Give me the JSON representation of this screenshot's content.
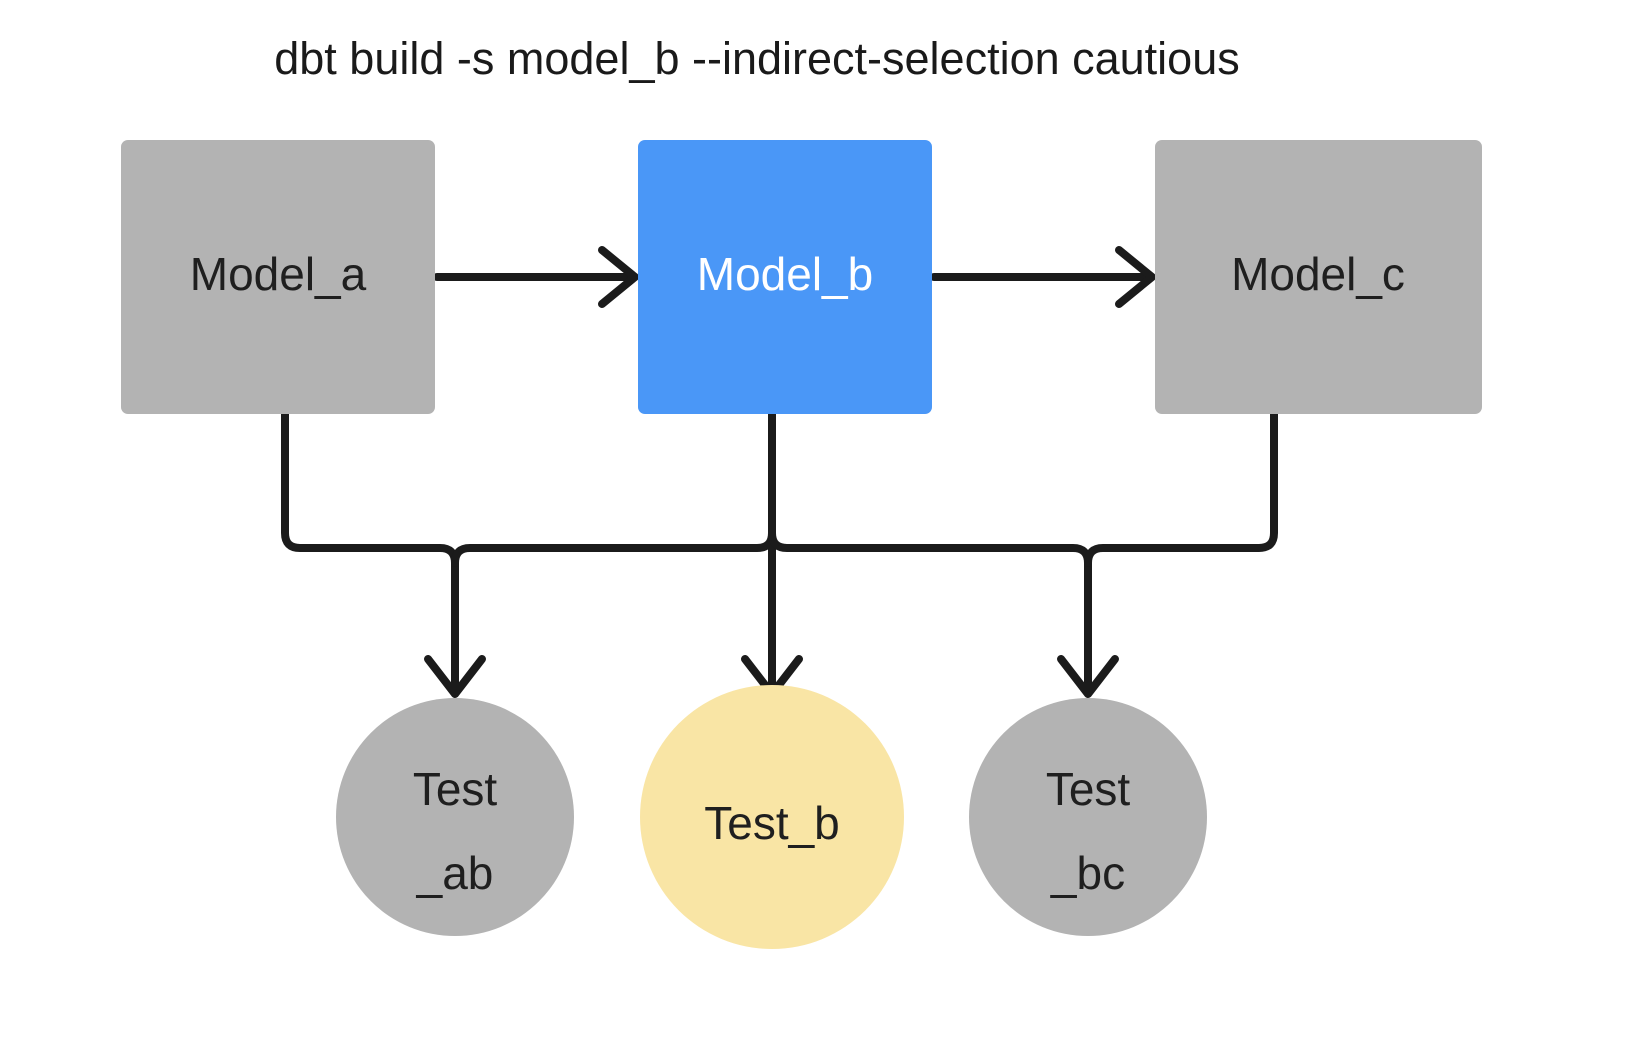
{
  "diagram": {
    "title": "dbt build -s model_b --indirect-selection cautious",
    "background_color": "#ffffff",
    "edge_color": "#1b1b1b",
    "colors": {
      "neutral_node": "#b3b3b3",
      "selected_model": "#4a97f7",
      "selected_test": "#f9e5a5",
      "text_dark": "#1f1f1f",
      "text_light": "#ffffff"
    },
    "models": [
      {
        "id": "model_a",
        "label": "Model_a",
        "shape": "rect",
        "fill": "#b3b3b3",
        "text_color": "#1f1f1f",
        "selected": "false"
      },
      {
        "id": "model_b",
        "label": "Model_b",
        "shape": "rect",
        "fill": "#4a97f7",
        "text_color": "#ffffff",
        "selected": "true"
      },
      {
        "id": "model_c",
        "label": "Model_c",
        "shape": "rect",
        "fill": "#b3b3b3",
        "text_color": "#1f1f1f",
        "selected": "false"
      }
    ],
    "tests": [
      {
        "id": "test_ab",
        "label_line1": "Test",
        "label_line2": "_ab",
        "shape": "circle",
        "fill": "#b3b3b3",
        "text_color": "#1f1f1f",
        "selected": "false"
      },
      {
        "id": "test_b",
        "label_line1": "Test_b",
        "label_line2": "",
        "shape": "circle",
        "fill": "#f9e5a5",
        "text_color": "#1f1f1f",
        "selected": "true"
      },
      {
        "id": "test_bc",
        "label_line1": "Test",
        "label_line2": "_bc",
        "shape": "circle",
        "fill": "#b3b3b3",
        "text_color": "#1f1f1f",
        "selected": "false"
      }
    ],
    "edges": [
      {
        "from": "model_a",
        "to": "model_b",
        "style": "arrow-right"
      },
      {
        "from": "model_b",
        "to": "model_c",
        "style": "arrow-right"
      },
      {
        "from": "model_a",
        "to": "test_ab",
        "style": "elbow-down"
      },
      {
        "from": "model_b",
        "to": "test_ab",
        "style": "elbow-down"
      },
      {
        "from": "model_b",
        "to": "test_b",
        "style": "straight-down"
      },
      {
        "from": "model_b",
        "to": "test_bc",
        "style": "elbow-down"
      },
      {
        "from": "model_c",
        "to": "test_bc",
        "style": "elbow-down"
      }
    ]
  }
}
